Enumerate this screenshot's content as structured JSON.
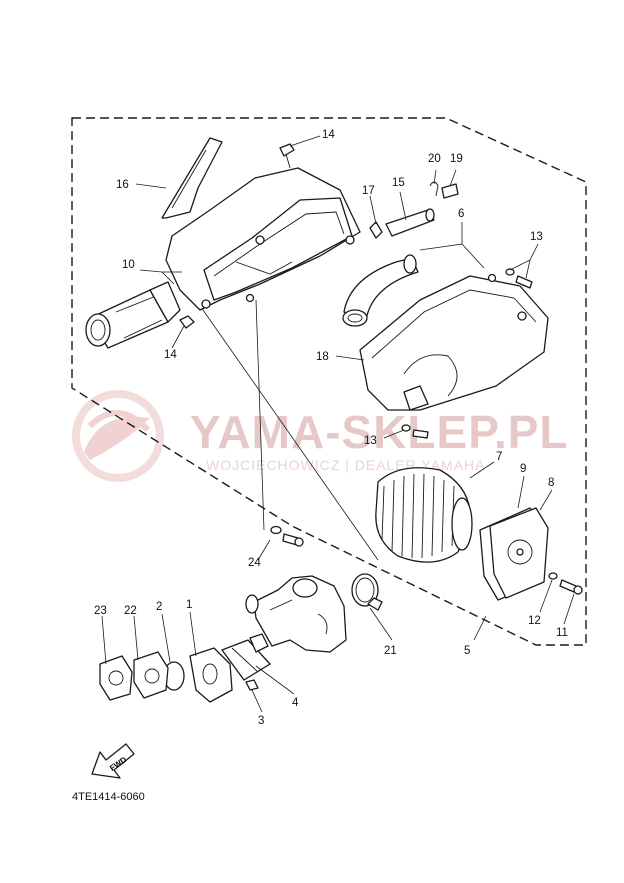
{
  "watermark": {
    "title": "YAMA-SKLEP.PL",
    "subtitle": "WOJCIECHOWICZ | DEALER YAMAHA",
    "color": "#e7c8c8"
  },
  "diagram_code": "4TE1414-6060",
  "fwd_label": "FWD",
  "callouts": [
    {
      "id": "c1",
      "number": "1"
    },
    {
      "id": "c2",
      "number": "2"
    },
    {
      "id": "c3",
      "number": "3"
    },
    {
      "id": "c4",
      "number": "4"
    },
    {
      "id": "c5",
      "number": "5"
    },
    {
      "id": "c6",
      "number": "6"
    },
    {
      "id": "c7",
      "number": "7"
    },
    {
      "id": "c8",
      "number": "8"
    },
    {
      "id": "c9",
      "number": "9"
    },
    {
      "id": "c10",
      "number": "10"
    },
    {
      "id": "c11",
      "number": "11"
    },
    {
      "id": "c12",
      "number": "12"
    },
    {
      "id": "c13a",
      "number": "13"
    },
    {
      "id": "c13b",
      "number": "13"
    },
    {
      "id": "c14a",
      "number": "14"
    },
    {
      "id": "c14b",
      "number": "14"
    },
    {
      "id": "c15",
      "number": "15"
    },
    {
      "id": "c16",
      "number": "16"
    },
    {
      "id": "c17",
      "number": "17"
    },
    {
      "id": "c18",
      "number": "18"
    },
    {
      "id": "c19",
      "number": "19"
    },
    {
      "id": "c20",
      "number": "20"
    },
    {
      "id": "c21",
      "number": "21"
    },
    {
      "id": "c22",
      "number": "22"
    },
    {
      "id": "c23",
      "number": "23"
    },
    {
      "id": "c24",
      "number": "24"
    }
  ]
}
